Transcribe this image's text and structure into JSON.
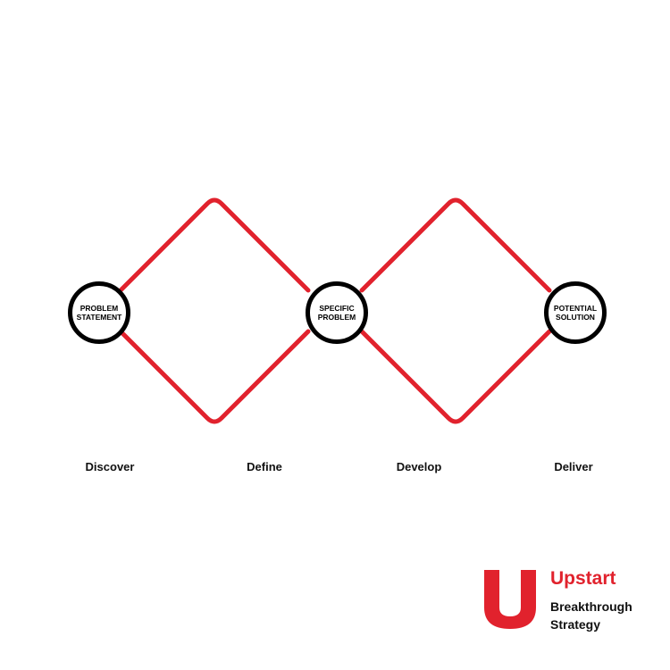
{
  "diagram": {
    "line_color": "#e1222d",
    "node_border_color": "#000000",
    "nodes": [
      {
        "label_lines": [
          "PROBLEM",
          "STATEMENT"
        ]
      },
      {
        "label_lines": [
          "SPECIFIC",
          "PROBLEM"
        ]
      },
      {
        "label_lines": [
          "POTENTIAL",
          "SOLUTION"
        ]
      }
    ],
    "stages": [
      "Discover",
      "Define",
      "Develop",
      "Deliver"
    ]
  },
  "brand": {
    "logo_letter": "U",
    "name": "Upstart",
    "tagline_lines": [
      "Breakthrough",
      "Strategy"
    ],
    "accent_color": "#e1222d"
  }
}
